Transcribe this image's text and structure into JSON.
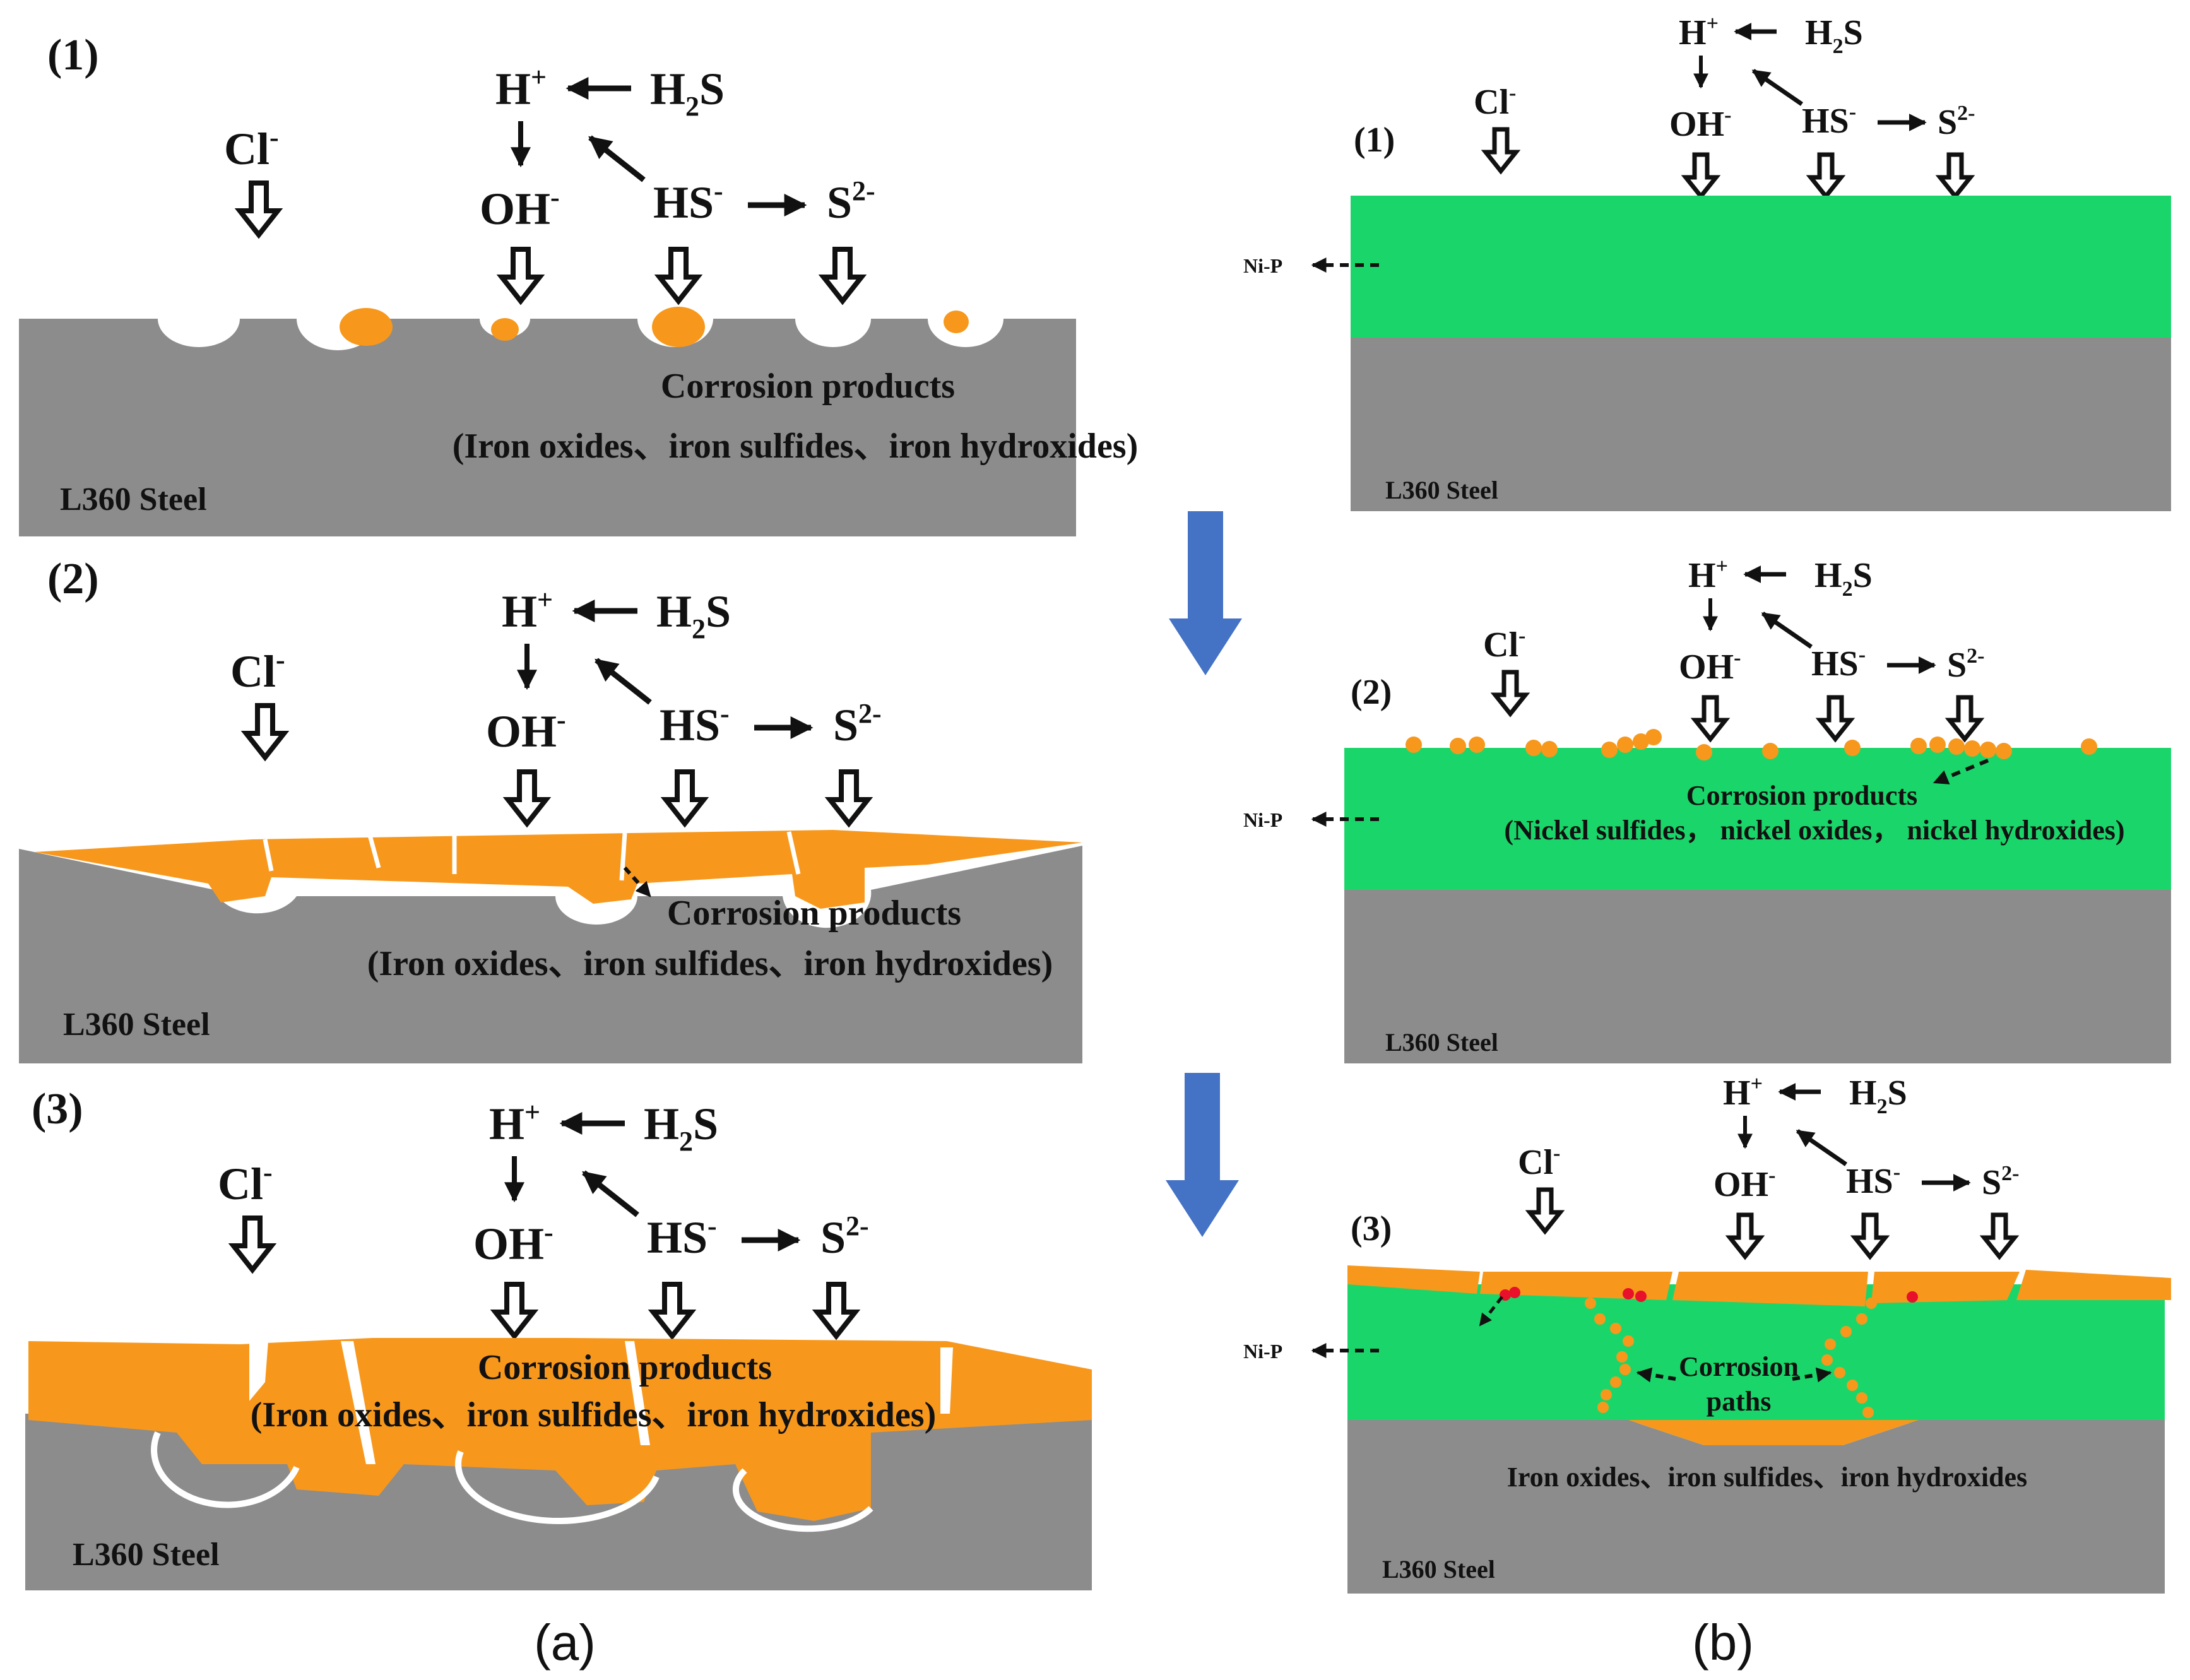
{
  "colors": {
    "steel": "#8c8c8c",
    "product": "#f7981d",
    "coating": "#1ad66a",
    "flow_arrow": "#4472c4",
    "red_dot": "#e8102a",
    "white": "#ffffff",
    "ink": "#111111"
  },
  "species": {
    "h_plus": "H",
    "plus": "+",
    "h2s_h": "H",
    "h2s_2": "2",
    "h2s_s": "S",
    "oh": "OH",
    "hs": "HS",
    "minus": "-",
    "s": "S",
    "s_charge": "2-",
    "cl": "Cl"
  },
  "panel_a": {
    "caption": "(a)",
    "steps": [
      {
        "label": "(1)",
        "substrate": "L360 Steel",
        "products_title": "Corrosion products",
        "products_detail": "(Iron oxides、iron sulfides、iron hydroxides)"
      },
      {
        "label": "(2)",
        "substrate": "L360 Steel",
        "products_title": "Corrosion products",
        "products_detail": "(Iron oxides、iron sulfides、iron hydroxides)"
      },
      {
        "label": "(3)",
        "substrate": "L360 Steel",
        "products_title": "Corrosion products",
        "products_detail": "(Iron oxides、iron sulfides、iron hydroxides)"
      }
    ]
  },
  "panel_b": {
    "caption": "(b)",
    "coating_label": "Ni-P",
    "steps": [
      {
        "label": "(1)",
        "substrate": "L360 Steel"
      },
      {
        "label": "(2)",
        "substrate": "L360 Steel",
        "products_title": "Corrosion products",
        "products_detail": "(Nickel sulfides， nickel oxides， nickel hydroxides)"
      },
      {
        "label": "(3)",
        "substrate": "L360 Steel",
        "paths_line1": "Corrosion",
        "paths_line2": "paths",
        "iron_products": "Iron oxides、iron sulfides、iron hydroxides"
      }
    ]
  }
}
